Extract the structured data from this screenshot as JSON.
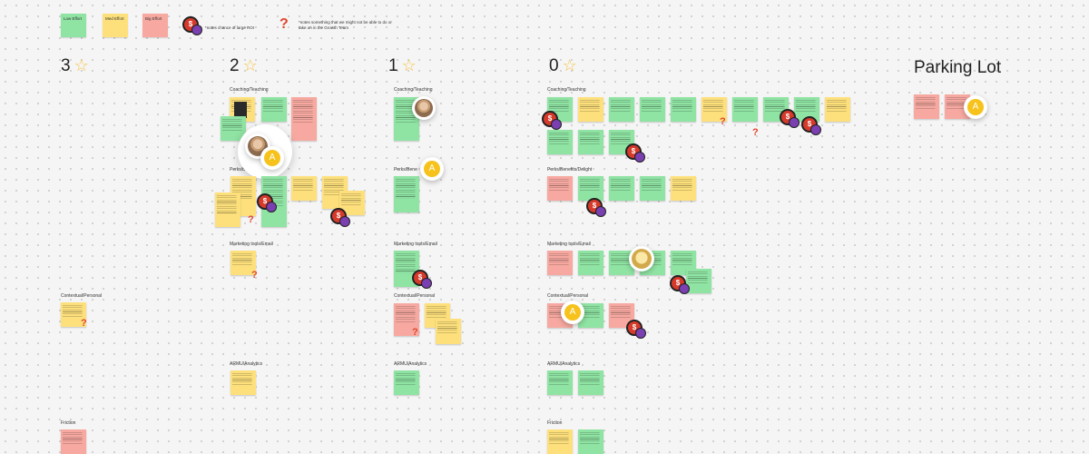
{
  "legend": {
    "low": "Low Effort",
    "med": "Med Effort",
    "big": "Big Effort",
    "roi_note": "*notes chance of large ROI",
    "q_note": "*notes something that we might not be able to do or take on in the Growth Team"
  },
  "columns": {
    "c3": {
      "num": "3",
      "star": "☆"
    },
    "c2": {
      "num": "2",
      "star": "☆"
    },
    "c1": {
      "num": "1",
      "star": "☆"
    },
    "c0": {
      "num": "0",
      "star": "☆"
    },
    "parking": "Parking Lot"
  },
  "sections": {
    "coaching": "Coaching/Teaching",
    "perks": "Perks/Bene",
    "perks_full": "Perks/Benefits/Delight",
    "marketing": "Marketing tools/Email",
    "contextual": "Contextual/Personal",
    "armu": "ARMU/Analytics",
    "friction": "Friction"
  },
  "icons": {
    "roi": "$",
    "question": "?",
    "cursor_letter": "A"
  },
  "colors": {
    "low": "#8fe3a3",
    "med": "#fde07c",
    "big": "#f7a9a1",
    "cursor": "#f6c21b",
    "roi": "#d63a2b",
    "question": "#e2452e"
  }
}
